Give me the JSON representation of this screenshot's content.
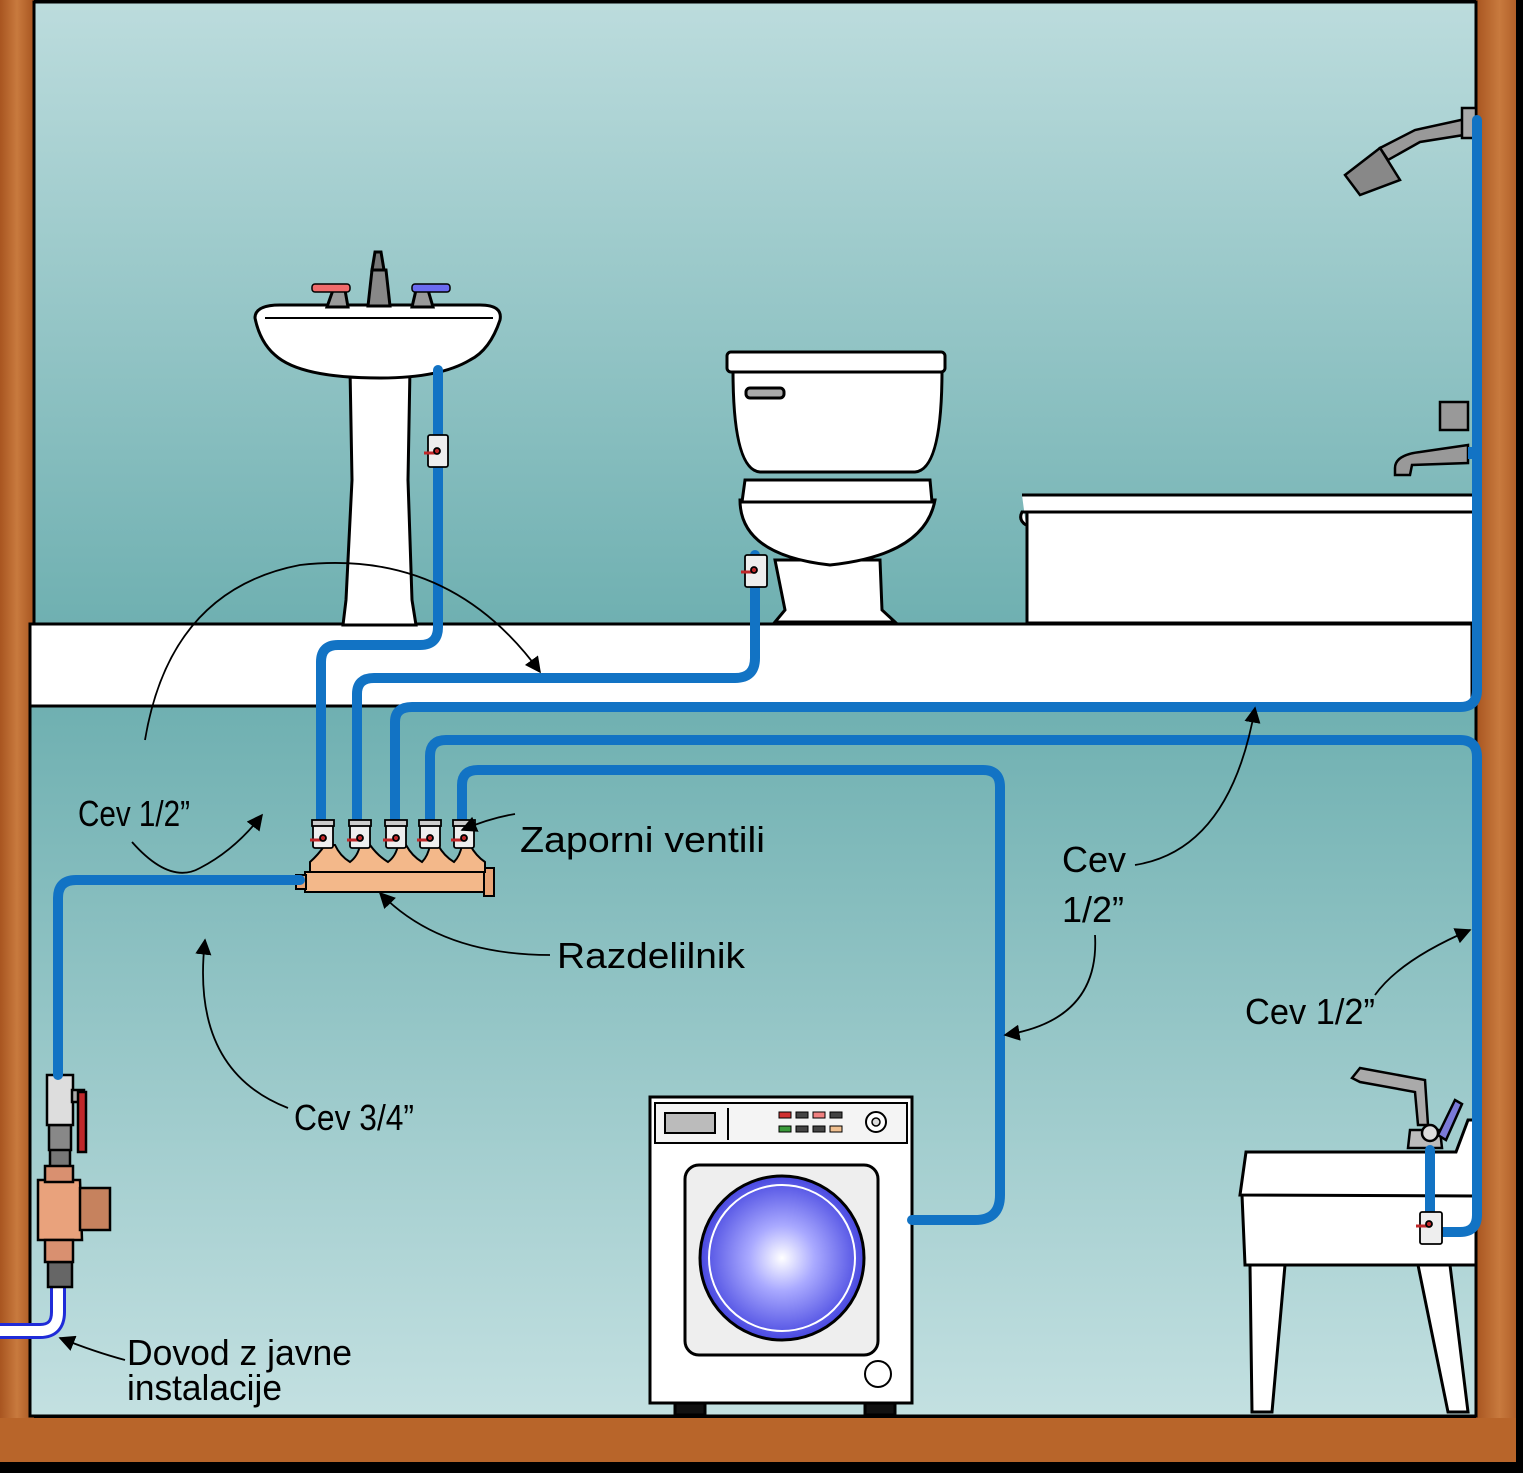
{
  "labels": {
    "pipe_half_left": "Cev 1/2”",
    "shutoff_valves": "Zaporni ventili",
    "pipe_half_center_line1": "Cev",
    "pipe_half_center_line2": "1/2”",
    "manifold": "Razdelilnik",
    "pipe_half_right": "Cev 1/2”",
    "pipe_three_quarter": "Cev 3/4”",
    "supply_line1": "Dovod z javne",
    "supply_line2": "instalacije"
  },
  "colors": {
    "pipe": "#1273c4",
    "wall_wood": "#b8652a",
    "wall_top": "#b9d9db",
    "wall_bottom": "#73b3b4",
    "floor": "#ffffff",
    "manifold": "#f2b88a",
    "drum": "#6e6ef0"
  },
  "fixtures": [
    "washbasin",
    "toilet",
    "bathtub",
    "shower",
    "washing-machine",
    "utility-sink",
    "water-meter",
    "main-valve"
  ]
}
